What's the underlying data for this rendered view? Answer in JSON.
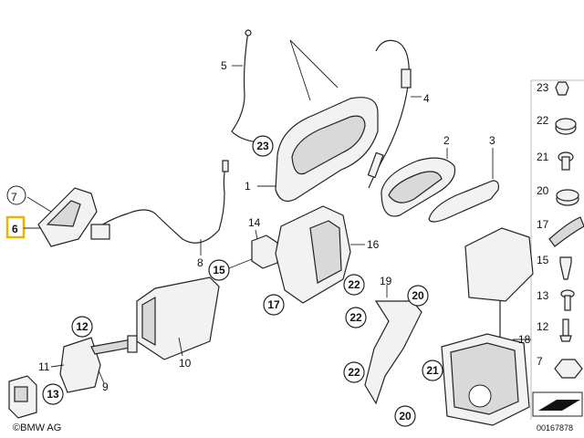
{
  "labels": {
    "l1": "1",
    "l2": "2",
    "l3": "3",
    "l4": "4",
    "l5": "5",
    "l6": "6",
    "l7": "7",
    "l8": "8",
    "l9": "9",
    "l10": "10",
    "l11": "11",
    "l12": "12",
    "l13": "13",
    "l14": "14",
    "l15": "15",
    "l16": "16",
    "l17": "17",
    "l18": "18",
    "l19": "19",
    "l20": "20",
    "l21": "21",
    "l22": "22",
    "l23": "23"
  },
  "sidebar": {
    "items": [
      "23",
      "22",
      "21",
      "20",
      "17",
      "15",
      "13",
      "12",
      "7"
    ]
  },
  "footer": {
    "copyright": "©BMW AG",
    "reference": "00167878"
  },
  "colors": {
    "highlight": "#e8b400",
    "stroke": "#222222"
  }
}
